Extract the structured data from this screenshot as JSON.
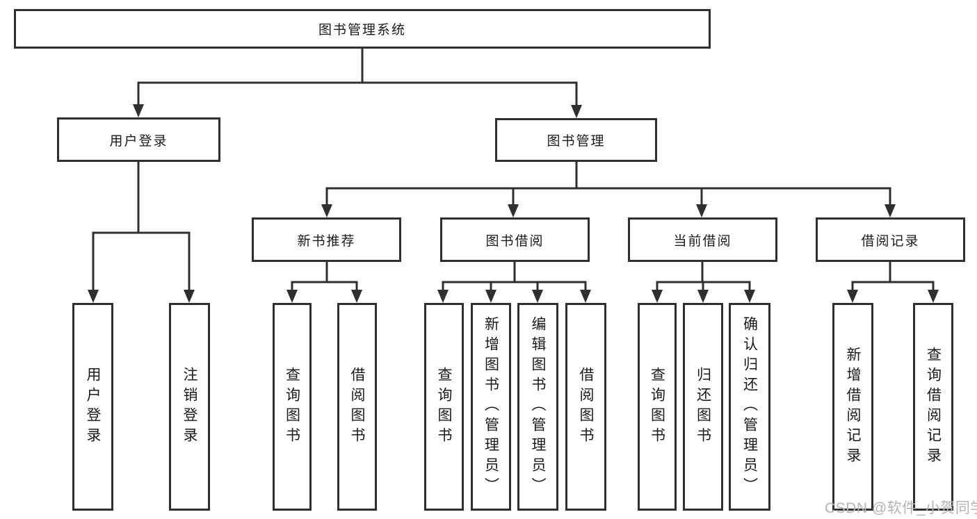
{
  "diagram": {
    "root": {
      "label": "图书管理系统",
      "children": [
        {
          "label": "用户登录",
          "children": [
            "用户登录",
            "注销登录"
          ]
        },
        {
          "label": "图书管理",
          "children": [
            {
              "label": "新书推荐",
              "children": [
                "查询图书",
                "借阅图书"
              ]
            },
            {
              "label": "图书借阅",
              "children": [
                "查询图书",
                "新增图书（管理员）",
                "编辑图书（管理员）",
                "借阅图书"
              ]
            },
            {
              "label": "当前借阅",
              "children": [
                "查询图书",
                "归还图书",
                "确认归还（管理员）"
              ]
            },
            {
              "label": "借阅记录",
              "children": [
                "新增借阅记录",
                "查询借阅记录"
              ]
            }
          ]
        }
      ]
    }
  },
  "watermark": {
    "text": "CSDN @软件_小贺同学"
  },
  "colors": {
    "line": "#2f2f2f",
    "background": "#ffffff",
    "text": "#1a1a1a",
    "watermark": "#b3b3b3"
  }
}
